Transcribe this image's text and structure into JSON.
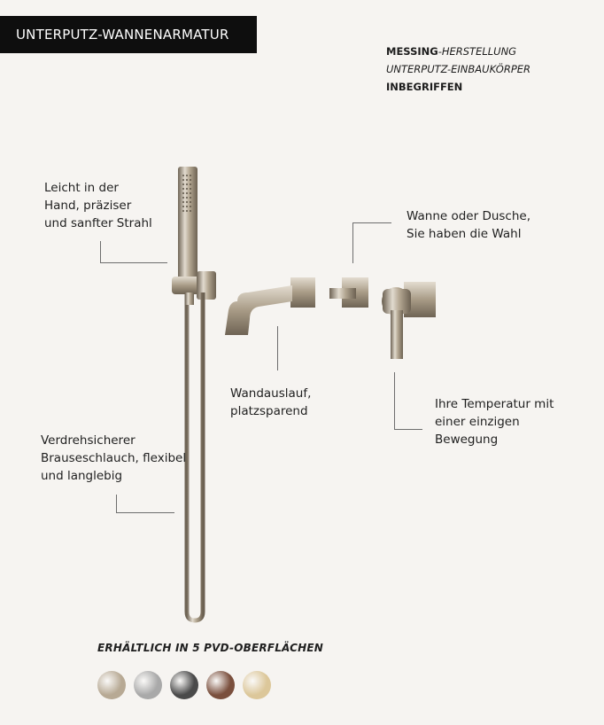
{
  "header": {
    "title": "UNTERPUTZ-WANNENARMATUR"
  },
  "spec": {
    "line1_bold": "MESSING",
    "line1_italic": "-HERSTELLUNG",
    "line2": "UNTERPUTZ-EINBAUKÖRPER",
    "line3_bold": "INBEGRIFFEN"
  },
  "callouts": {
    "handshower": [
      "Leicht in der",
      "Hand, präziser",
      "und sanfter Strahl"
    ],
    "diverter": [
      "Wanne oder Dusche,",
      "Sie haben die Wahl"
    ],
    "spout": [
      "Wandauslauf,",
      "platzsparend"
    ],
    "mixer": [
      "Ihre Temperatur mit",
      "einer einzigen",
      "Bewegung"
    ],
    "hose": [
      "Verdrehsicherer",
      "Brauseschlauch, flexibel",
      "und langlebig"
    ]
  },
  "finishes": {
    "title": "ERHÄLTLICH IN 5 PVD-OBERFLÄCHEN",
    "swatches": [
      {
        "name": "brushed-nickel",
        "color": "#b7a994"
      },
      {
        "name": "brushed-steel",
        "color": "#a9a9a9"
      },
      {
        "name": "graphite",
        "color": "#4a4a4a"
      },
      {
        "name": "copper",
        "color": "#7a4f3d"
      },
      {
        "name": "gold",
        "color": "#dcc79a"
      }
    ]
  },
  "colors": {
    "metal": "#b8ab97",
    "metal_dark": "#7f7363",
    "metal_light": "#e3dccf"
  }
}
